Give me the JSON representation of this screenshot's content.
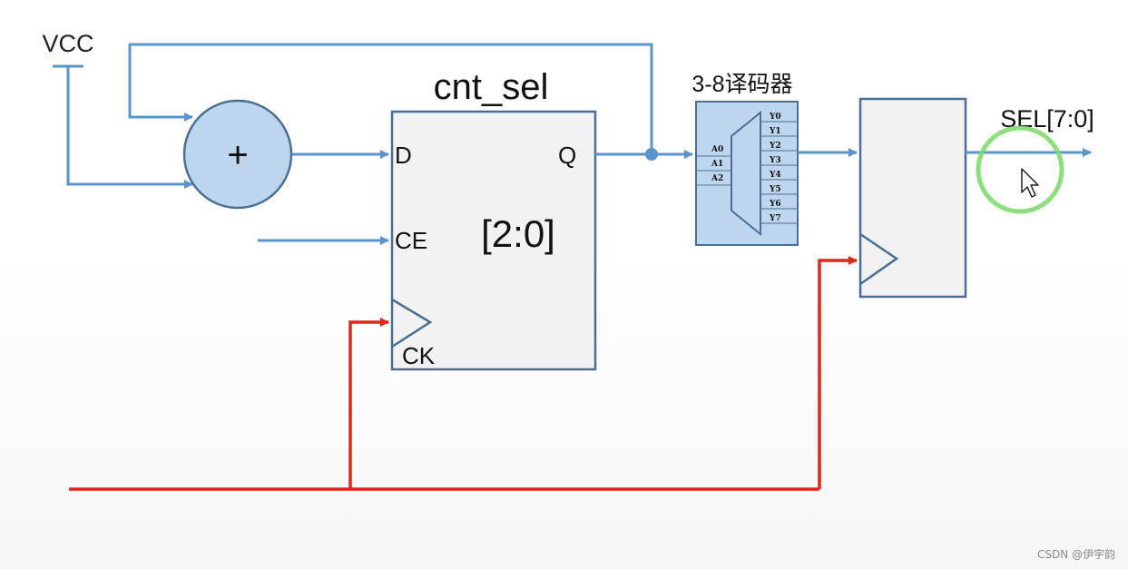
{
  "labels": {
    "vcc": "VCC",
    "adder": "+",
    "counter_title": "cnt_sel",
    "counter_width": "[2:0]",
    "port_d": "D",
    "port_q": "Q",
    "port_ce": "CE",
    "port_ck": "CK",
    "decoder_title": "3-8译码器",
    "decoder_inputs": [
      "A0",
      "A1",
      "A2"
    ],
    "decoder_outputs": [
      "Y0",
      "Y1",
      "Y2",
      "Y3",
      "Y4",
      "Y5",
      "Y6",
      "Y7"
    ],
    "output_bus": "SEL[7:0]"
  },
  "watermark": "CSDN @伊宇韵",
  "colors": {
    "data_wire": "#5a94cc",
    "clock_wire": "#e0261b",
    "block_border": "#4a6e96",
    "block_fill": "#f2f2f2",
    "adder_fill": "#bdd6ee",
    "decoder_fill": "#bdd6ee",
    "highlight_circle": "#7fdc6e"
  },
  "icons": {
    "cursor": "mouse-pointer-icon"
  }
}
